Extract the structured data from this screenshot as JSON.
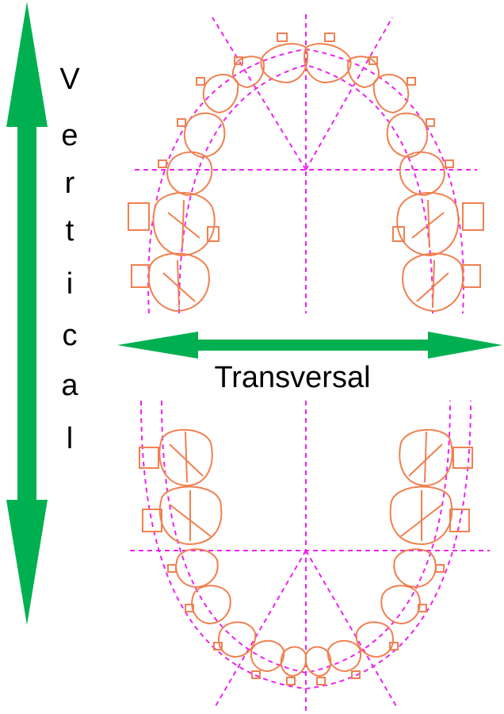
{
  "labels": {
    "vertical_letters": [
      "V",
      "e",
      "r",
      "t",
      "i",
      "c",
      "a",
      "l"
    ],
    "transversal": "Transversal"
  },
  "colors": {
    "arrow": "#00b050",
    "teeth": "#f08050",
    "guides": "#ee22ee",
    "text": "#000000",
    "background": "#ffffff"
  },
  "figures": [
    "upper-dental-arch",
    "lower-dental-arch"
  ]
}
